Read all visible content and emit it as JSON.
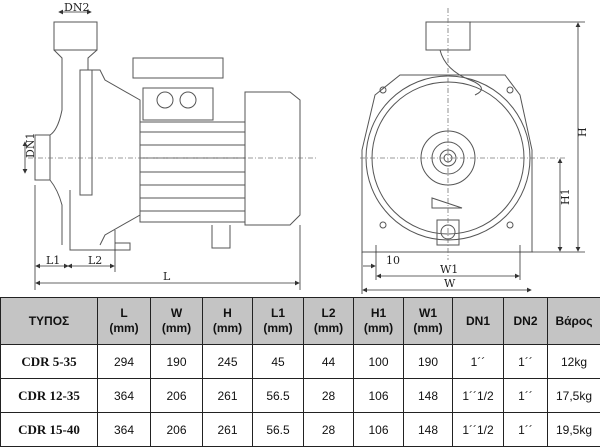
{
  "drawing": {
    "side_view_labels": {
      "dn2": "DN2",
      "dn1": "DN1",
      "l1": "L1",
      "l2": "L2",
      "l": "L"
    },
    "front_view_labels": {
      "h": "H",
      "h1": "H1",
      "w1": "W1",
      "w": "W",
      "ten": "10"
    }
  },
  "table": {
    "headers": [
      {
        "name": "ΤΥΠΟΣ",
        "unit": ""
      },
      {
        "name": "L",
        "unit": "(mm)"
      },
      {
        "name": "W",
        "unit": "(mm)"
      },
      {
        "name": "H",
        "unit": "(mm)"
      },
      {
        "name": "L1",
        "unit": "(mm)"
      },
      {
        "name": "L2",
        "unit": "(mm)"
      },
      {
        "name": "H1",
        "unit": "(mm)"
      },
      {
        "name": "W1",
        "unit": "(mm)"
      },
      {
        "name": "DN1",
        "unit": ""
      },
      {
        "name": "DN2",
        "unit": ""
      },
      {
        "name": "Βάρος",
        "unit": ""
      }
    ],
    "rows": [
      [
        "CDR 5-35",
        "294",
        "190",
        "245",
        "45",
        "44",
        "100",
        "190",
        "1´´",
        "1´´",
        "12kg"
      ],
      [
        "CDR 12-35",
        "364",
        "206",
        "261",
        "56.5",
        "28",
        "106",
        "148",
        "1´´1/2",
        "1´´",
        "17,5kg"
      ],
      [
        "CDR 15-40",
        "364",
        "206",
        "261",
        "56.5",
        "28",
        "106",
        "148",
        "1´´1/2",
        "1´´",
        "19,5kg"
      ]
    ]
  }
}
